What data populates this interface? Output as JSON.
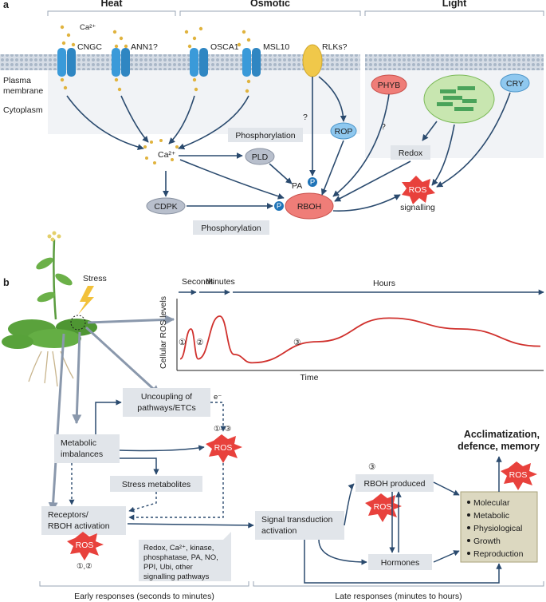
{
  "panel_a": {
    "label": "a",
    "headers": {
      "heat": "Heat",
      "osmotic": "Osmotic",
      "light": "Light"
    },
    "ca_ext": "Ca²⁺",
    "channels": {
      "cngc": "CNGC",
      "ann1": "ANN1?",
      "osca1": "OSCA1",
      "msl10": "MSL10",
      "rlks": "RLKs?"
    },
    "membrane": {
      "pm1": "Plasma",
      "pm2": "membrane",
      "cyto": "Cytoplasm"
    },
    "nodes": {
      "ca": "Ca²⁺",
      "pld": "PLD",
      "pa": "PA",
      "rboh": "RBOH",
      "cdpk": "CDPK",
      "rop": "ROP",
      "phyb": "PHYB",
      "cry": "CRY",
      "redox": "Redox",
      "ros": "ROS",
      "signalling": "signalling",
      "p": "P"
    },
    "boxes": {
      "phos_top": "Phosphorylation",
      "phos_bottom": "Phosphorylation"
    },
    "question": "?"
  },
  "panel_b": {
    "label": "b",
    "stress": "Stress",
    "time": {
      "seconds": "Seconds",
      "minutes": "Minutes",
      "hours": "Hours"
    },
    "ylabel": "Cellular ROS levels",
    "xlabel": "Time",
    "phases": {
      "p1": "①",
      "p2": "②",
      "p3": "③"
    },
    "electron": "e⁻",
    "ros_13": "①–③",
    "ros_12": "①,②",
    "boxes": {
      "uncoupling1": "Uncoupling of",
      "uncoupling2": "pathways/ETCs",
      "metabolic1": "Metabolic",
      "metabolic2": "imbalances",
      "stress_met": "Stress metabolites",
      "receptors1": "Receptors/",
      "receptors2": "RBOH activation",
      "signal1": "Signal transduction",
      "signal2": "activation",
      "rboh_prod": "RBOH produced",
      "hormones": "Hormones",
      "pathways1": "Redox, Ca²⁺, kinase,",
      "pathways2": "phosphatase, PA, NO,",
      "pathways3": "PPI, Ubi, other",
      "pathways4": "signalling pathways"
    },
    "responses": [
      "Molecular",
      "Metabolic",
      "Physiological",
      "Growth",
      "Reproduction"
    ],
    "outcome1": "Acclimatization,",
    "outcome2": "defence, memory",
    "ros": "ROS",
    "p3_rboh": "③",
    "early": "Early responses (seconds to minutes)",
    "late": "Late responses (minutes to hours)"
  },
  "chart_data": {
    "type": "line",
    "title": "",
    "xlabel": "Time",
    "ylabel": "Cellular ROS levels",
    "phases": [
      "Seconds",
      "Minutes",
      "Hours"
    ],
    "series": [
      {
        "values": [
          0.08,
          0.55,
          0.08,
          0.75,
          0.15,
          0.02,
          0.35,
          0.72,
          0.55,
          0.28
        ]
      }
    ]
  },
  "colors": {
    "ros_red": "#e8413c",
    "node_blue": "#2a4a6e",
    "channel_blue": "#3a9ad9",
    "box_grey": "#e1e5ea",
    "response_box": "#dcd8c0",
    "curve_red": "#d0312d"
  }
}
